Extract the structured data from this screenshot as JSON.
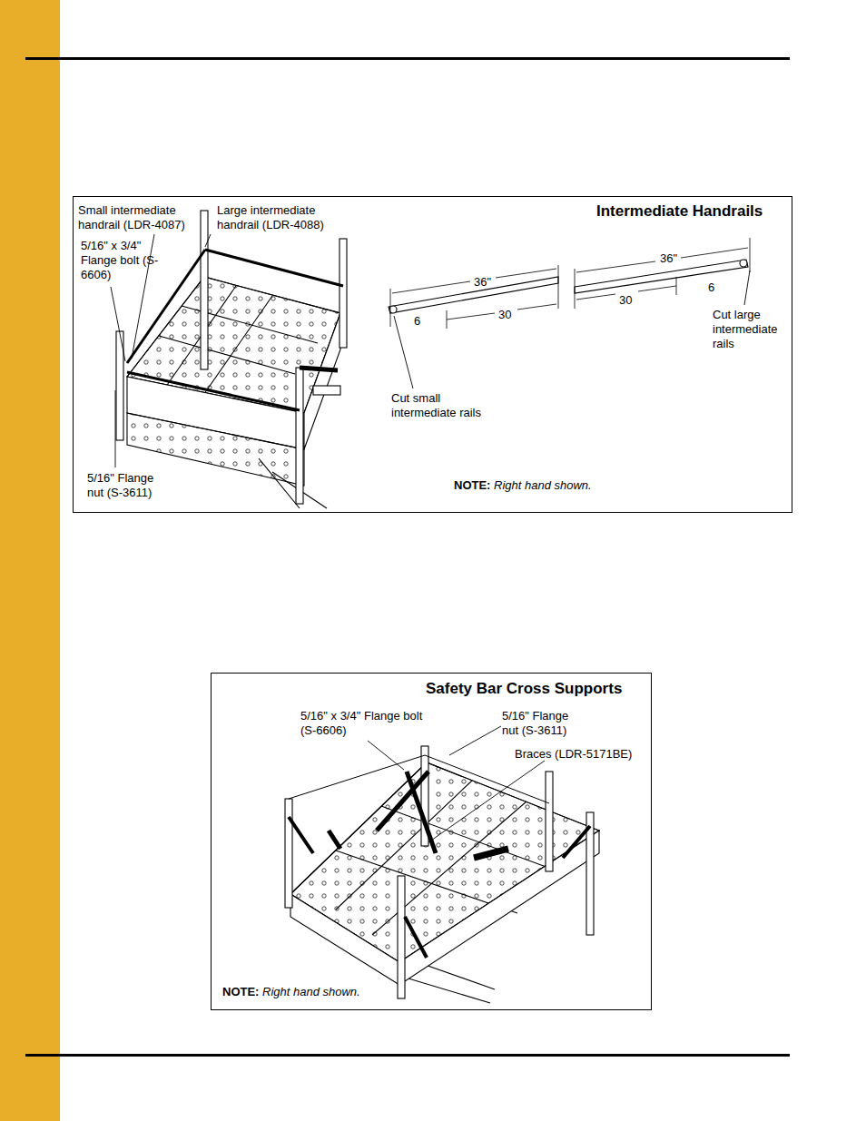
{
  "diagram": {
    "nodes": [
      {
        "text": [
          "Intermediate Handrails",
          "Small intermediate handrail (LDR-4087)",
          "Large intermediate handrail (LDR-4088)",
          "5/16\" x 3/4\" Flange bolt (S-6606)",
          "5/16\" Flange nut (S-3611)",
          "36\"",
          "36\"",
          "6",
          "30",
          "30",
          "6",
          "Cut small intermediate rails",
          "Cut large intermediate rails",
          "NOTE:",
          "Right hand shown."
        ]
      },
      {
        "text": [
          "Safety Bar Cross Supports",
          "5/16\" x 3/4\" Flange bolt (S-6606)",
          "5/16\" Flange nut (S-3611)",
          "Braces (LDR-5171BE)",
          "NOTE:",
          "Right hand shown."
        ]
      }
    ]
  }
}
